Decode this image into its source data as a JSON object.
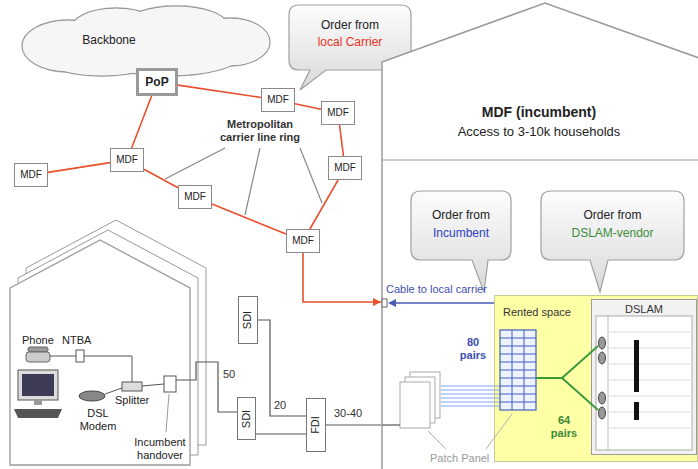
{
  "diagram": {
    "nodes": [
      {
        "text": [
          "Backbone"
        ]
      },
      {
        "text": [
          "PoP"
        ]
      },
      {
        "text": [
          "MDF"
        ]
      },
      {
        "text": [
          "Order from",
          "local Carrier"
        ]
      },
      {
        "text": [
          "MDF"
        ]
      },
      {
        "text": [
          "MDF"
        ]
      },
      {
        "text": [
          "MDF"
        ]
      },
      {
        "text": [
          "MDF"
        ]
      },
      {
        "text": [
          "MDF"
        ]
      },
      {
        "text": [
          "MDF"
        ]
      },
      {
        "text": [
          "MDF (incumbent)",
          "Access to 3-10k households"
        ]
      },
      {
        "text": [
          "Order from",
          "Incumbent"
        ],
        "in": 10
      },
      {
        "text": [
          "Order from",
          "DSLAM-vendor"
        ],
        "in": 10
      },
      {
        "text": [
          "Rented space"
        ],
        "in": 10
      },
      {
        "text": [
          "DSLAM"
        ],
        "in": 13
      },
      {
        "text": [
          "Phone",
          "NTBA",
          "DSL Modem",
          "Splitter",
          "Incumbent handover"
        ]
      },
      {
        "text": [
          "SDI"
        ]
      },
      {
        "text": [
          "SDI"
        ]
      },
      {
        "text": [
          "FDI"
        ]
      }
    ],
    "edges": [
      {
        "from": 1,
        "to": 2,
        "arrow": "none"
      },
      {
        "from": 2,
        "to": 4,
        "arrow": "none"
      },
      {
        "from": 4,
        "to": 7,
        "arrow": "none"
      },
      {
        "from": 7,
        "to": 9,
        "arrow": "none"
      },
      {
        "from": 9,
        "to": 8,
        "arrow": "none"
      },
      {
        "from": 8,
        "to": 6,
        "arrow": "none"
      },
      {
        "from": 6,
        "to": 1,
        "arrow": "none"
      },
      {
        "from": 6,
        "to": 5,
        "arrow": "none"
      },
      {
        "from": 9,
        "to": 10,
        "arrow": "to"
      },
      {
        "from": 15,
        "to": 17,
        "arrow": "none",
        "label": "50"
      },
      {
        "from": 16,
        "to": 18,
        "arrow": "none",
        "label": "20"
      },
      {
        "from": 17,
        "to": 18,
        "arrow": "none"
      },
      {
        "from": 18,
        "to": 10,
        "arrow": "none",
        "label": "30-40"
      }
    ],
    "labels": [
      "Metropolitan carrier line ring",
      "Cable to local carrier",
      "80 pairs",
      "64 pairs",
      "Patch Panel"
    ]
  }
}
